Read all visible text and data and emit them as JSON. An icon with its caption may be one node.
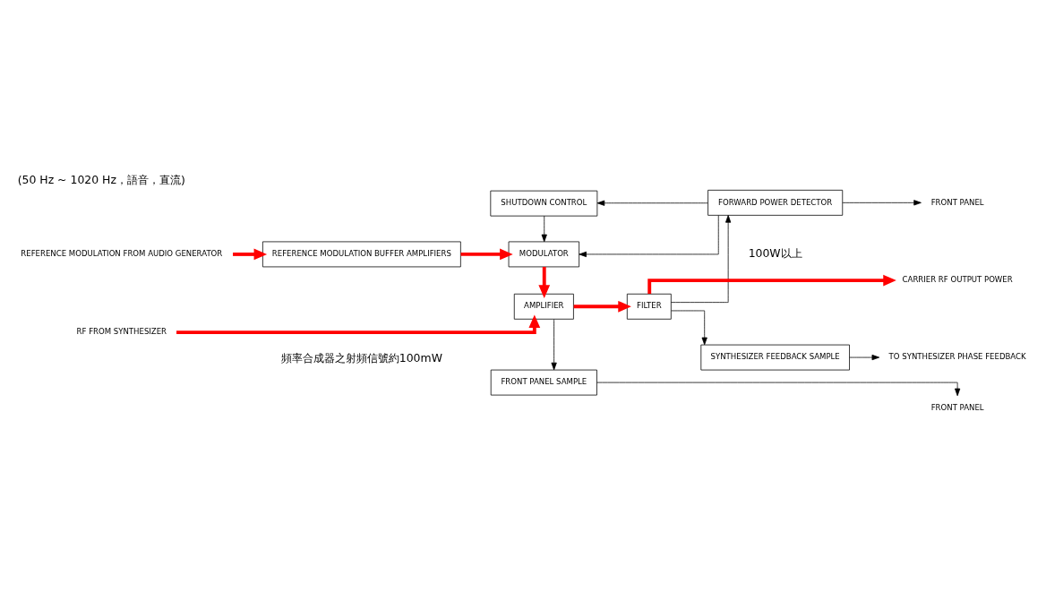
{
  "diagram": {
    "title": "(50 Hz ~ 1020 Hz，語音，直流)",
    "nodes": [
      {
        "text": [
          "SHUTDOWN CONTROL"
        ]
      },
      {
        "text": [
          "REFERENCE MODULATION FROM AUDIO GENERATOR"
        ]
      },
      {
        "text": [
          "REFERENCE MODULATION BUFFER AMPLIFIERS"
        ]
      },
      {
        "text": [
          "MODULATOR"
        ]
      },
      {
        "text": [
          "FORWARD POWER DETECTOR"
        ]
      },
      {
        "text": [
          "FRONT PANEL"
        ]
      },
      {
        "text": [
          "RF FROM SYNTHESIZER"
        ]
      },
      {
        "text": [
          "AMPLIFIER"
        ]
      },
      {
        "text": [
          "FILTER"
        ]
      },
      {
        "text": [
          "CARRIER RF OUTPUT POWER"
        ]
      },
      {
        "text": [
          "SYNTHESIZER FEEDBACK SAMPLE"
        ]
      },
      {
        "text": [
          "TO SYNTHESIZER PHASE FEEDBACK"
        ]
      },
      {
        "text": [
          "FRONT PANEL SAMPLE"
        ]
      },
      {
        "text": [
          "FRONT PANEL"
        ]
      }
    ],
    "edges": [
      {
        "from": 1,
        "to": 2,
        "arrow": "to",
        "style": "thick",
        "color": "#ff0000"
      },
      {
        "from": 2,
        "to": 3,
        "arrow": "to",
        "style": "thick",
        "color": "#ff0000"
      },
      {
        "from": 0,
        "to": 3,
        "arrow": "to"
      },
      {
        "from": 4,
        "to": 3,
        "arrow": "to"
      },
      {
        "from": 4,
        "to": 0,
        "arrow": "to"
      },
      {
        "from": 4,
        "to": 5,
        "arrow": "to"
      },
      {
        "from": 3,
        "to": 7,
        "arrow": "to",
        "style": "thick",
        "color": "#ff0000"
      },
      {
        "from": 6,
        "to": 7,
        "arrow": "to",
        "style": "thick",
        "color": "#ff0000"
      },
      {
        "from": 7,
        "to": 8,
        "arrow": "to",
        "style": "thick",
        "color": "#ff0000"
      },
      {
        "from": 8,
        "to": 9,
        "arrow": "to",
        "style": "thick",
        "color": "#ff0000"
      },
      {
        "from": 8,
        "to": 4,
        "arrow": "to"
      },
      {
        "from": 8,
        "to": 10,
        "arrow": "to"
      },
      {
        "from": 10,
        "to": 11,
        "arrow": "to"
      },
      {
        "from": 7,
        "to": 12,
        "arrow": "to"
      },
      {
        "from": 12,
        "to": 13,
        "arrow": "to"
      }
    ],
    "labels": [
      "100W以上",
      "頻率合成器之射頻信號約100mW"
    ]
  }
}
